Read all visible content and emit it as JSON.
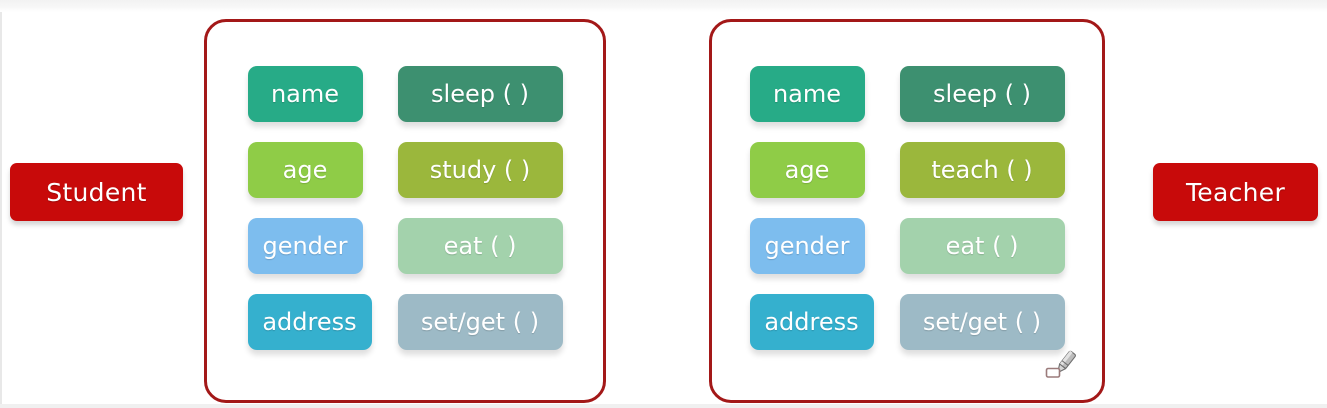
{
  "diagram": {
    "title_left": "Student",
    "title_right": "Teacher",
    "colors": {
      "label_red": "#c80a0a",
      "panel_border_red": "#a31818",
      "name": "#27ab87",
      "age": "#8fcc47",
      "gender": "#7dbdee",
      "address": "#35b0ce",
      "sleep": "#3d9070",
      "study": "#9bb73c",
      "teach": "#9bb73c",
      "eat": "#a3d2ac",
      "setget": "#9dbac6"
    }
  },
  "classes": [
    {
      "name": "Student",
      "attributes": [
        {
          "label": "name",
          "color": "#27ab87"
        },
        {
          "label": "age",
          "color": "#8fcc47"
        },
        {
          "label": "gender",
          "color": "#7dbdee"
        },
        {
          "label": "address",
          "color": "#35b0ce"
        }
      ],
      "methods": [
        {
          "label": "sleep ( )",
          "color": "#3d9070"
        },
        {
          "label": "study ( )",
          "color": "#9bb73c"
        },
        {
          "label": "eat ( )",
          "color": "#a3d2ac"
        },
        {
          "label": "set/get ( )",
          "color": "#9dbac6"
        }
      ]
    },
    {
      "name": "Teacher",
      "attributes": [
        {
          "label": "name",
          "color": "#27ab87"
        },
        {
          "label": "age",
          "color": "#8fcc47"
        },
        {
          "label": "gender",
          "color": "#7dbdee"
        },
        {
          "label": "address",
          "color": "#35b0ce"
        }
      ],
      "methods": [
        {
          "label": "sleep ( )",
          "color": "#3d9070"
        },
        {
          "label": "teach ( )",
          "color": "#9bb73c"
        },
        {
          "label": "eat ( )",
          "color": "#a3d2ac"
        },
        {
          "label": "set/get ( )",
          "color": "#9dbac6"
        }
      ]
    }
  ],
  "cursor": {
    "icon": "pencil-stylus-cursor"
  }
}
